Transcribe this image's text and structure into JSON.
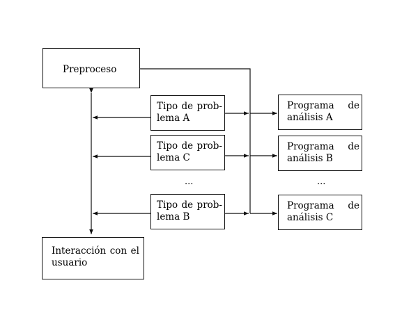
{
  "diagram": {
    "preproceso": {
      "label": "Preproceso"
    },
    "interaccion": {
      "line1_words": [
        "Interacción",
        "con",
        "el"
      ],
      "line2": "usuario"
    },
    "problems": [
      {
        "line1_words": [
          "Tipo",
          "de",
          "prob-"
        ],
        "line2": "lema A"
      },
      {
        "line1_words": [
          "Tipo",
          "de",
          "prob-"
        ],
        "line2": "lema C"
      },
      {
        "line1_words": [
          "Tipo",
          "de",
          "prob-"
        ],
        "line2": "lema B"
      }
    ],
    "programs": [
      {
        "line1_words": [
          "Programa",
          "de"
        ],
        "line2": "análisis A"
      },
      {
        "line1_words": [
          "Programa",
          "de"
        ],
        "line2": "análisis B"
      },
      {
        "line1_words": [
          "Programa",
          "de"
        ],
        "line2": "análisis C"
      }
    ],
    "ellipsis": "..."
  }
}
